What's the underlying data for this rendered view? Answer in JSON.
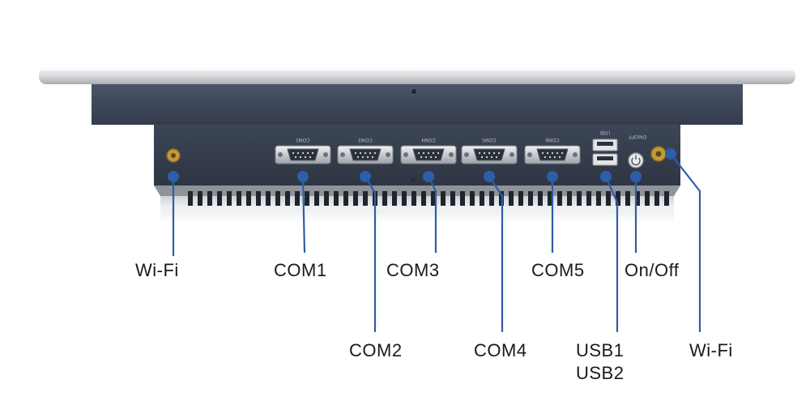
{
  "device": {
    "port_markings": [
      "COM2",
      "COM3",
      "COM4",
      "COM5",
      "COM6"
    ],
    "usb_marking": "USB",
    "power_marking": "ON/OFF"
  },
  "callouts": {
    "wifi_left": "Wi-Fi",
    "com1": "COM1",
    "com2": "COM2",
    "com3": "COM3",
    "com4": "COM4",
    "com5": "COM5",
    "usb1": "USB1",
    "usb2": "USB2",
    "on_off": "On/Off",
    "wifi_right": "Wi-Fi"
  },
  "colors": {
    "leader_line": "#2d5ea8",
    "panel_dark": "#3c4658",
    "bezel_silver": "#d9dcdf"
  }
}
